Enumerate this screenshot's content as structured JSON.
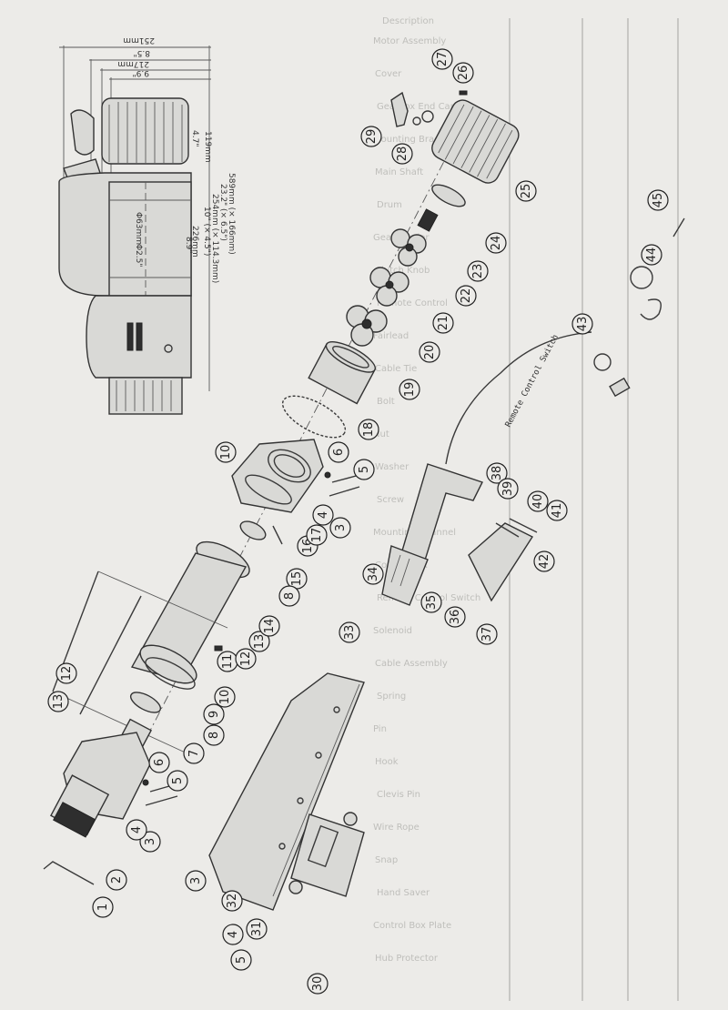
{
  "background_table": {
    "header": "Description",
    "rows": [
      "Motor Assembly",
      "Cover",
      "Gearbox End Cap",
      "Mounting Bracket",
      "Main Shaft",
      "Drum",
      "Gear Carrier",
      "Clutch Knob",
      "Remote Control",
      "Fairlead",
      "Cable Tie",
      "Bolt",
      "Nut",
      "Washer",
      "Screw",
      "Mounting Channel",
      "Control Box",
      "Remote Control Switch",
      "Solenoid",
      "Cable Assembly",
      "Spring",
      "Pin",
      "Hook",
      "Clevis Pin",
      "Wire Rope",
      "Snap",
      "Hand Saver",
      "Control Box Plate",
      "Hub Protector"
    ]
  },
  "dimensions": {
    "overall_width": "251mm",
    "width_2": "8.5\"",
    "width_3": "217mm",
    "width_4": "9.9\"",
    "height_in": "4.7\"",
    "height_mm": "119mm",
    "drum_dia_mm": "Φ63mm",
    "drum_dia_in": "Φ2.5\"",
    "len_1": "8.9\"",
    "len_1_mm": "226mm",
    "len_2": "10\" (× 4.5\")",
    "len_3": "254mm (× 114.3mm)",
    "len_4": "23.2\" (× 6.5\")",
    "len_5": "589mm (× 166mm)"
  },
  "remote_label": "Remote Control Switch",
  "callouts": {
    "c1": "1",
    "c2": "2",
    "c3": "3",
    "c4": "4",
    "c5": "5",
    "c6": "6",
    "c7": "7",
    "c8": "8",
    "c9": "9",
    "c10": "10",
    "c11": "11",
    "c12": "12",
    "c13": "13",
    "c14": "14",
    "c15": "15",
    "c16": "16",
    "c17": "17",
    "c18": "18",
    "c19": "19",
    "c20": "20",
    "c21": "21",
    "c22": "22",
    "c23": "23",
    "c24": "24",
    "c25": "25",
    "c26": "26",
    "c27": "27",
    "c28": "28",
    "c29": "29",
    "c30": "30",
    "c31": "31",
    "c32": "32",
    "c33": "33",
    "c34": "34",
    "c35": "35",
    "c36": "36",
    "c37": "37",
    "c38": "38",
    "c39": "39",
    "c40": "40",
    "c41": "41",
    "c42": "42",
    "c43": "43",
    "c44": "44",
    "c45": "45"
  }
}
